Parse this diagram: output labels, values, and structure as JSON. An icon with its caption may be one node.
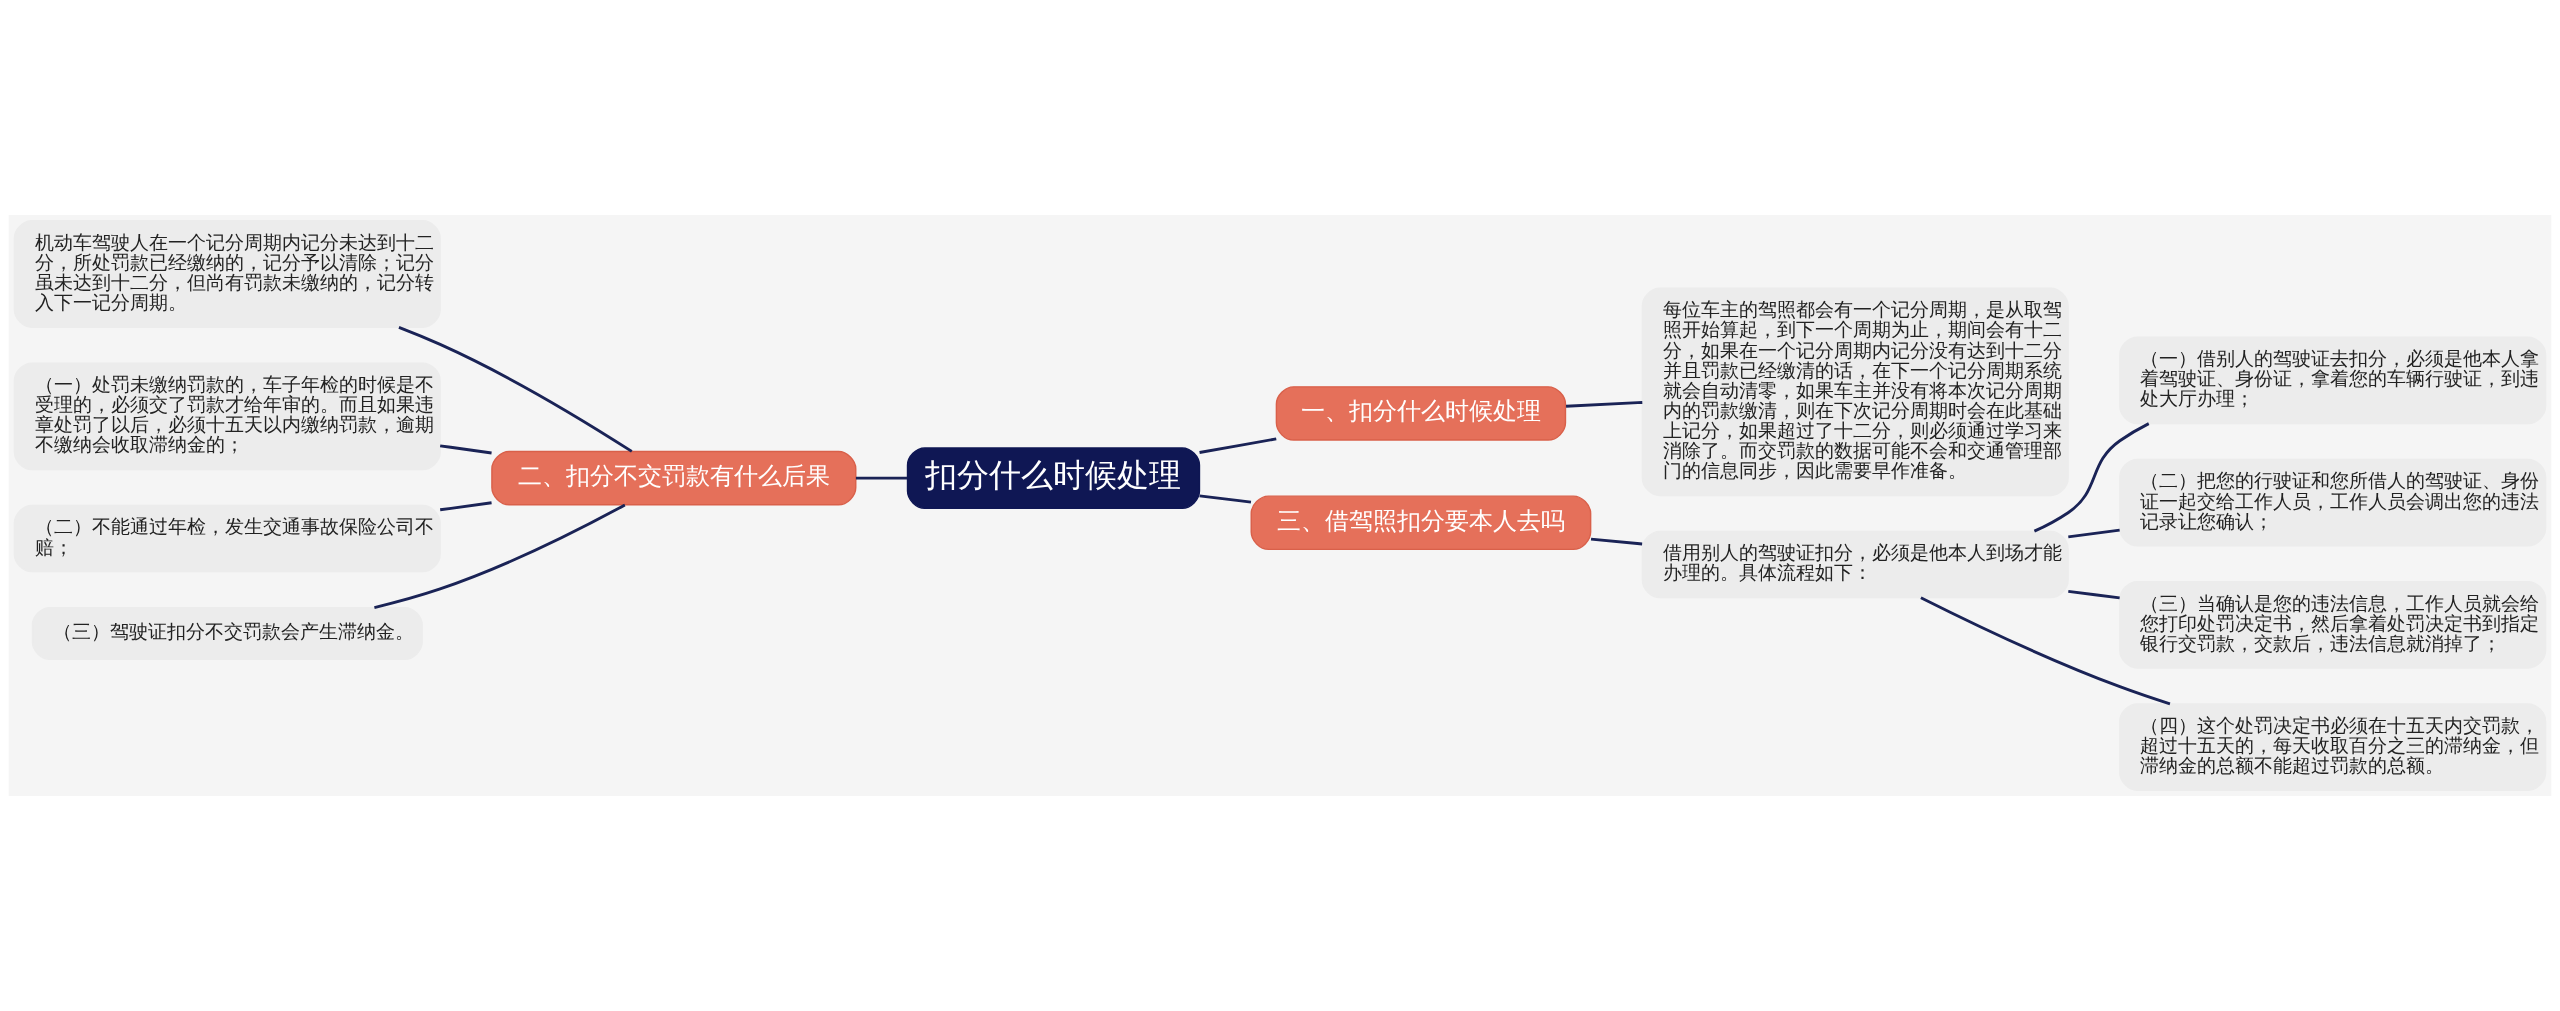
{
  "diagram": {
    "nodes": [
      {
        "text": [
          "扣分什么时候处理"
        ]
      },
      {
        "text": [
          "一、扣分什么时候处理"
        ]
      },
      {
        "text": [
          "每位车主的驾照都会有一个记分周期，是从取驾照开始算起，到下一个周期为止，期间会有十二分，如果在一个记分周期内记分没有达到十二分并且罚款已经缴清的话，在下一个记分周期系统就会自动清零，如果车主并没有将本次记分周期内的罚款缴清，则在下次记分周期时会在此基础上记分，如果超过了十二分，则必须通过学习来消除了。而交罚款的数据可能不会和交通管理部门的信息同步，因此需要早作准备。"
        ]
      },
      {
        "text": [
          "二、扣分不交罚款有什么后果"
        ]
      },
      {
        "text": [
          "机动车驾驶人在一个记分周期内记分未达到十二分，所处罚款已经缴纳的，记分予以清除；记分虽未达到十二分，但尚有罚款未缴纳的，记分转入下一记分周期。"
        ]
      },
      {
        "text": [
          "（一）处罚未缴纳罚款的，车子年检的时候是不受理的，必须交了罚款才给年审的。而且如果违章处罚了以后，必须十五天以内缴纳罚款，逾期不缴纳会收取滞纳金的；"
        ]
      },
      {
        "text": [
          "（二）不能通过年检，发生交通事故保险公司不赔；"
        ]
      },
      {
        "text": [
          "（三）驾驶证扣分不交罚款会产生滞纳金。"
        ]
      },
      {
        "text": [
          "三、借驾照扣分要本人去吗"
        ]
      },
      {
        "text": [
          "借用别人的驾驶证扣分，必须是他本人到场才能办理的。具体流程如下："
        ]
      },
      {
        "text": [
          "（一）借别人的驾驶证去扣分，必须是他本人拿着驾驶证、身份证，拿着您的车辆行驶证，到违处大厅办理；"
        ]
      },
      {
        "text": [
          "（二）把您的行驶证和您所借人的驾驶证、身份证一起交给工作人员，工作人员会调出您的违法记录让您确认；"
        ]
      },
      {
        "text": [
          "（三）当确认是您的违法信息，工作人员就会给您打印处罚决定书，然后拿着处罚决定书到指定银行交罚款，交款后，违法信息就消掉了；"
        ]
      },
      {
        "text": [
          "（四）这个处罚决定书必须在十五天内交罚款，超过十五天的，每天收取百分之三的滞纳金，但滞纳金的总额不能超过罚款的总额。"
        ]
      }
    ],
    "edges": [
      {
        "from": 0,
        "to": 1,
        "arrow": "none"
      },
      {
        "from": 1,
        "to": 2,
        "arrow": "none"
      },
      {
        "from": 0,
        "to": 3,
        "arrow": "none"
      },
      {
        "from": 3,
        "to": 4,
        "arrow": "none"
      },
      {
        "from": 3,
        "to": 5,
        "arrow": "none"
      },
      {
        "from": 3,
        "to": 6,
        "arrow": "none"
      },
      {
        "from": 3,
        "to": 7,
        "arrow": "none"
      },
      {
        "from": 0,
        "to": 8,
        "arrow": "none"
      },
      {
        "from": 8,
        "to": 9,
        "arrow": "none"
      },
      {
        "from": 9,
        "to": 10,
        "arrow": "none"
      },
      {
        "from": 9,
        "to": 11,
        "arrow": "none"
      },
      {
        "from": 9,
        "to": 12,
        "arrow": "none"
      },
      {
        "from": 9,
        "to": 13,
        "arrow": "none"
      }
    ]
  }
}
